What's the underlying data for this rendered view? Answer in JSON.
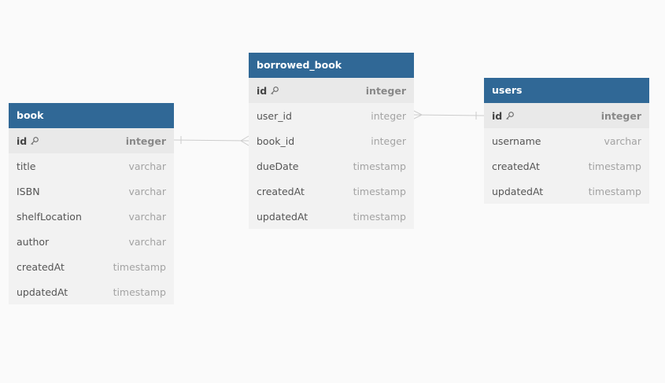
{
  "tables": {
    "book": {
      "name": "book",
      "fields": [
        {
          "name": "id",
          "type": "integer",
          "pk": true,
          "icon": "key-icon"
        },
        {
          "name": "title",
          "type": "varchar"
        },
        {
          "name": "ISBN",
          "type": "varchar"
        },
        {
          "name": "shelfLocation",
          "type": "varchar"
        },
        {
          "name": "author",
          "type": "varchar"
        },
        {
          "name": "createdAt",
          "type": "timestamp"
        },
        {
          "name": "updatedAt",
          "type": "timestamp"
        }
      ]
    },
    "borrowed_book": {
      "name": "borrowed_book",
      "fields": [
        {
          "name": "id",
          "type": "integer",
          "pk": true,
          "icon": "key-icon"
        },
        {
          "name": "user_id",
          "type": "integer"
        },
        {
          "name": "book_id",
          "type": "integer"
        },
        {
          "name": "dueDate",
          "type": "timestamp"
        },
        {
          "name": "createdAt",
          "type": "timestamp"
        },
        {
          "name": "updatedAt",
          "type": "timestamp"
        }
      ]
    },
    "users": {
      "name": "users",
      "fields": [
        {
          "name": "id",
          "type": "integer",
          "pk": true,
          "icon": "key-icon"
        },
        {
          "name": "username",
          "type": "varchar"
        },
        {
          "name": "createdAt",
          "type": "timestamp"
        },
        {
          "name": "updatedAt",
          "type": "timestamp"
        }
      ]
    }
  },
  "relationships": [
    {
      "from": "borrowed_book.book_id",
      "to": "book.id",
      "from_end": "many",
      "to_end": "one"
    },
    {
      "from": "borrowed_book.user_id",
      "to": "users.id",
      "from_end": "many",
      "to_end": "one"
    }
  ],
  "colors": {
    "header_bg": "#306896",
    "body_bg": "#f2f2f2",
    "pk_row_bg": "#e9e9e9",
    "canvas_bg": "#fafafa",
    "connector": "#cccccc"
  }
}
